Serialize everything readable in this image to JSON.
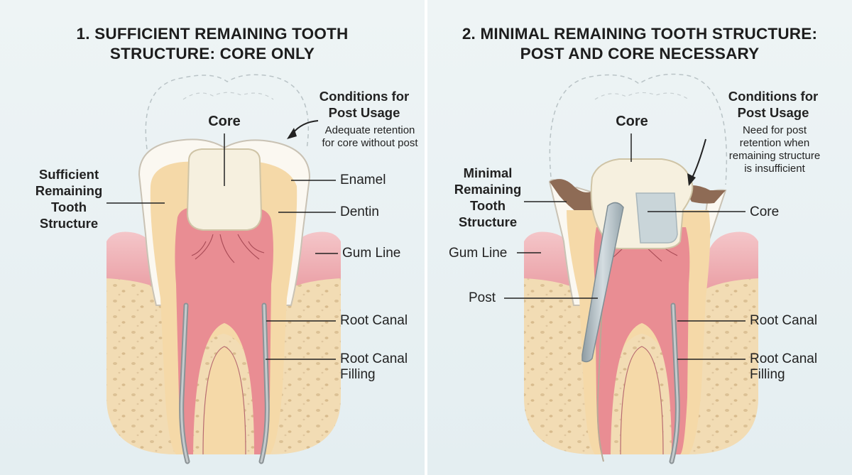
{
  "panels": [
    {
      "title_line1": "1. SUFFICIENT REMAINING TOOTH",
      "title_line2": "STRUCTURE: CORE ONLY",
      "labels": {
        "core": "Core",
        "structure": [
          "Sufficient",
          "Remaining",
          "Tooth",
          "Structure"
        ],
        "conditions_title": [
          "Conditions for",
          "Post Usage"
        ],
        "conditions_text": [
          "Adequate retention",
          "for core without post"
        ],
        "enamel": "Enamel",
        "dentin": "Dentin",
        "gum_line": "Gum Line",
        "root_canal": "Root Canal",
        "filling": [
          "Root Canal",
          "Filling"
        ]
      }
    },
    {
      "title_line1": "2. MINIMAL REMAINING TOOTH STRUCTURE:",
      "title_line2": "POST AND CORE NECESSARY",
      "labels": {
        "core_top": "Core",
        "structure": [
          "Minimal",
          "Remaining",
          "Tooth",
          "Structure"
        ],
        "conditions_title": [
          "Conditions for",
          "Post Usage"
        ],
        "conditions_text": [
          "Need for post",
          "retention when",
          "remaining structure",
          "is insufficient"
        ],
        "core_side": "Core",
        "gum_line": "Gum Line",
        "post": "Post",
        "root_canal": "Root Canal",
        "filling": [
          "Root Canal",
          "Filling"
        ]
      }
    }
  ],
  "colors": {
    "background": "#e9f0f2",
    "gum": "#f2b9bd",
    "bone": "#f2dcb4",
    "dentin": "#f5d9a8",
    "enamel": "#fbf8f1",
    "pulp": "#e98d93",
    "core": "#f6f0df",
    "post": "#aab8bf",
    "text": "#222222"
  }
}
